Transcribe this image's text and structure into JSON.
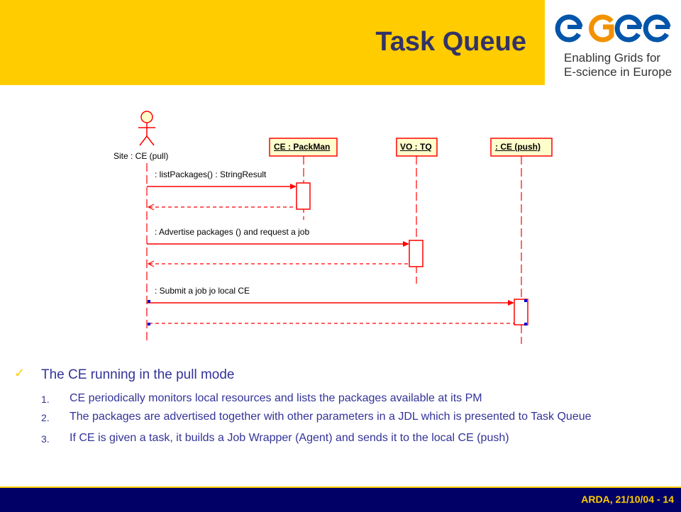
{
  "slide": {
    "title": "Task Queue"
  },
  "logo": {
    "wordmark": "egee",
    "line1": "Enabling Grids for",
    "line2": "E-science in Europe",
    "color": "#0055aa"
  },
  "diagram": {
    "actor": "Site : CE (pull)",
    "lifelines": [
      "CE : PackMan",
      "VO : TQ",
      ": CE (push)"
    ],
    "messages": [
      ": listPackages() : StringResult",
      ": Advertise packages () and request a job",
      ": Submit a job jo local CE"
    ],
    "line_color": "#ff0000"
  },
  "content": {
    "bullet": "The CE running in the pull mode",
    "steps": [
      {
        "num": "1.",
        "text": "CE periodically monitors local resources and lists the packages available at its PM"
      },
      {
        "num": "2.",
        "text": "The packages are advertised together with other parameters in a JDL which is presented to Task Queue"
      },
      {
        "num": "3.",
        "text": "If CE is given a task, it builds a Job Wrapper (Agent) and sends it to the local CE (push)"
      }
    ]
  },
  "footer": {
    "text": "ARDA, 21/10/04  - 14"
  },
  "colors": {
    "header": "#ffcc00",
    "title": "#333366",
    "footer_bg": "#000066",
    "footer_text": "#ffcc00",
    "body_text": "#333399"
  }
}
